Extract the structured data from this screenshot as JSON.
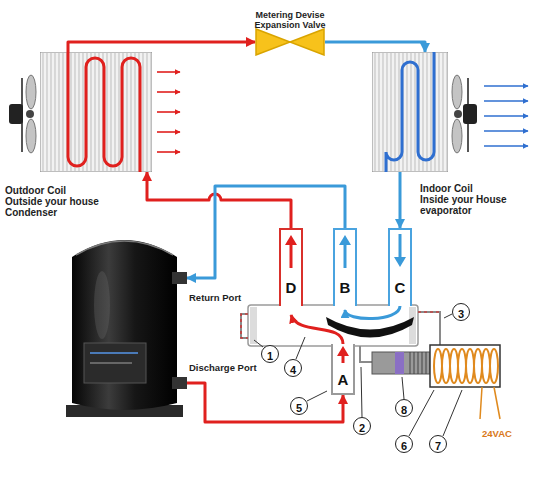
{
  "diagram": {
    "nodes": [
      {
        "text": [
          "Metering Devise",
          "Expansion Valve"
        ]
      },
      {
        "text": [
          "Outdoor Coil",
          "Outside your house",
          "Condenser"
        ]
      },
      {
        "text": [
          "Indoor Coil",
          "Inside your House",
          "evaporator"
        ]
      },
      {
        "text": [
          "Return Port",
          "Discharge Port"
        ]
      },
      {
        "text": [
          "D"
        ]
      },
      {
        "text": [
          "B"
        ]
      },
      {
        "text": [
          "C"
        ]
      },
      {
        "text": [
          "A"
        ]
      }
    ],
    "edges": [
      {
        "from": 3,
        "to": 7,
        "arrow": "to"
      },
      {
        "from": 4,
        "to": 1,
        "arrow": "to"
      },
      {
        "from": 1,
        "to": 0,
        "arrow": "to"
      },
      {
        "from": 0,
        "to": 2,
        "arrow": "to"
      },
      {
        "from": 2,
        "to": 6,
        "arrow": "to"
      },
      {
        "from": 5,
        "to": 3,
        "arrow": "to"
      }
    ],
    "labels": [
      "3",
      "1",
      "4",
      "5",
      "8",
      "2",
      "6",
      "7",
      "24VAC"
    ]
  }
}
